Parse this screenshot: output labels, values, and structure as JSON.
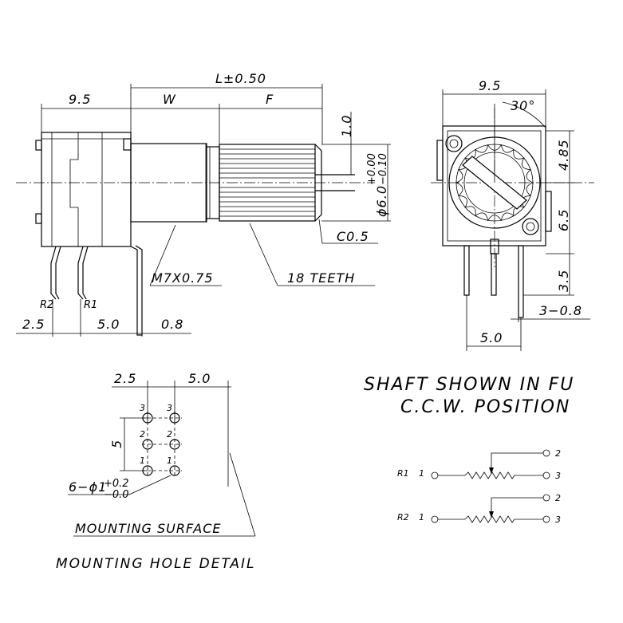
{
  "side_view": {
    "dim_body": "9.5",
    "dim_total_length": "L±0.50",
    "dim_w": "W",
    "dim_f": "F",
    "dim_slot": "1.0",
    "dim_diameter": "ϕ6.0",
    "tol_plus": "+0.00",
    "tol_minus": "−0.10",
    "thread": "M7X0.75",
    "teeth": "18 TEETH",
    "chamfer": "C0.5",
    "pin_r2": "R2",
    "pin_r1": "R1",
    "dim_pin_offset": "2.5",
    "dim_pin_pitch": "5.0",
    "dim_bracket": "0.8"
  },
  "front_view": {
    "dim_width": "9.5",
    "dim_angle": "30°",
    "dim_upper": "4.85",
    "dim_lower": "6.5",
    "dim_pin": "3.5",
    "dim_bracket": "3−0.8",
    "dim_pins": "5.0"
  },
  "mounting_detail": {
    "dim_left": "2.5",
    "dim_right": "5.0",
    "dim_vertical": "5",
    "holes_spec": "6−ϕ1",
    "holes_tol_plus": "+0.2",
    "holes_tol_minus": "−0.0",
    "pin_labels": [
      "3",
      "3",
      "2",
      "2",
      "1",
      "1"
    ],
    "surface_label": "MOUNTING SURFACE",
    "title": "MOUNTING HOLE DETAIL"
  },
  "shaft_note": {
    "line1": "SHAFT SHOWN IN FU",
    "line2": "C.C.W. POSITION"
  },
  "schematic": {
    "r1_label": "R1",
    "r2_label": "R2",
    "terminals": [
      "1",
      "2",
      "3"
    ]
  }
}
